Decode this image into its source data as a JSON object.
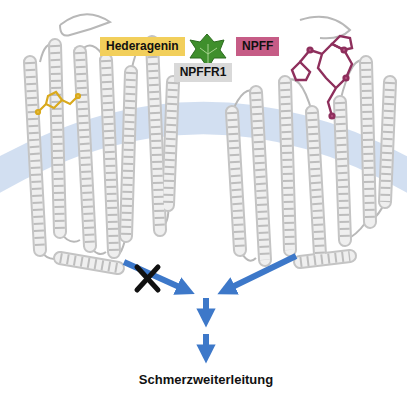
{
  "diagram": {
    "nodes": [
      {
        "text": [
          "Hederagenin"
        ]
      },
      {
        "text": [
          "NPFF"
        ]
      },
      {
        "text": [
          "NPFFR1"
        ]
      }
    ],
    "labels": [
      "Schmerzweiterleitung"
    ]
  }
}
